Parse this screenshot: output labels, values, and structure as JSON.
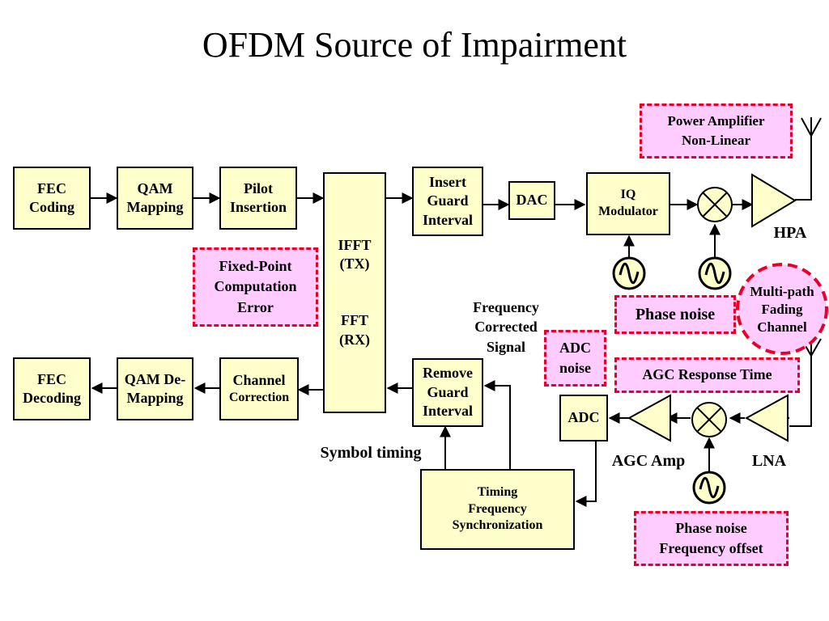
{
  "title": "OFDM Source of Impairment",
  "blocks": {
    "fec_coding": "FEC\nCoding",
    "qam_mapping": "QAM\nMapping",
    "pilot_insertion": "Pilot\nInsertion",
    "ifft_fft": "IFFT\n(TX)\n\n\nFFT\n(RX)",
    "insert_guard": "Insert\nGuard\nInterval",
    "dac": "DAC",
    "iq_modulator": "IQ\nModulator",
    "fec_decoding": "FEC\nDecoding",
    "qam_demapping": "QAM De-\nMapping",
    "channel_correction_1": "Channel",
    "channel_correction_2": "Correction",
    "remove_guard": "Remove\nGuard\nInterval",
    "adc": "ADC",
    "timing_sync": "Timing\nFrequency\nSynchronization"
  },
  "impairments": {
    "power_amplifier": "Power Amplifier\nNon-Linear",
    "fixed_point": "Fixed-Point\nComputation\nError",
    "phase_noise": "Phase noise",
    "multipath": "Multi-path\nFading\nChannel",
    "adc_noise": "ADC\nnoise",
    "agc_response": "AGC Response Time",
    "phase_noise_freq_offset": "Phase noise\nFrequency offset"
  },
  "labels": {
    "hpa": "HPA",
    "agc_amp": "AGC Amp",
    "lna": "LNA",
    "freq_corrected": "Frequency\nCorrected\nSignal",
    "symbol_timing": "Symbol timing"
  },
  "colors": {
    "block_fill": "#ffffcc",
    "impairment_fill": "#ffccff",
    "impairment_border": "#e8002a"
  },
  "icons": [
    "mixer-icon",
    "oscillator-icon",
    "amplifier-triangle-icon",
    "antenna-icon"
  ]
}
